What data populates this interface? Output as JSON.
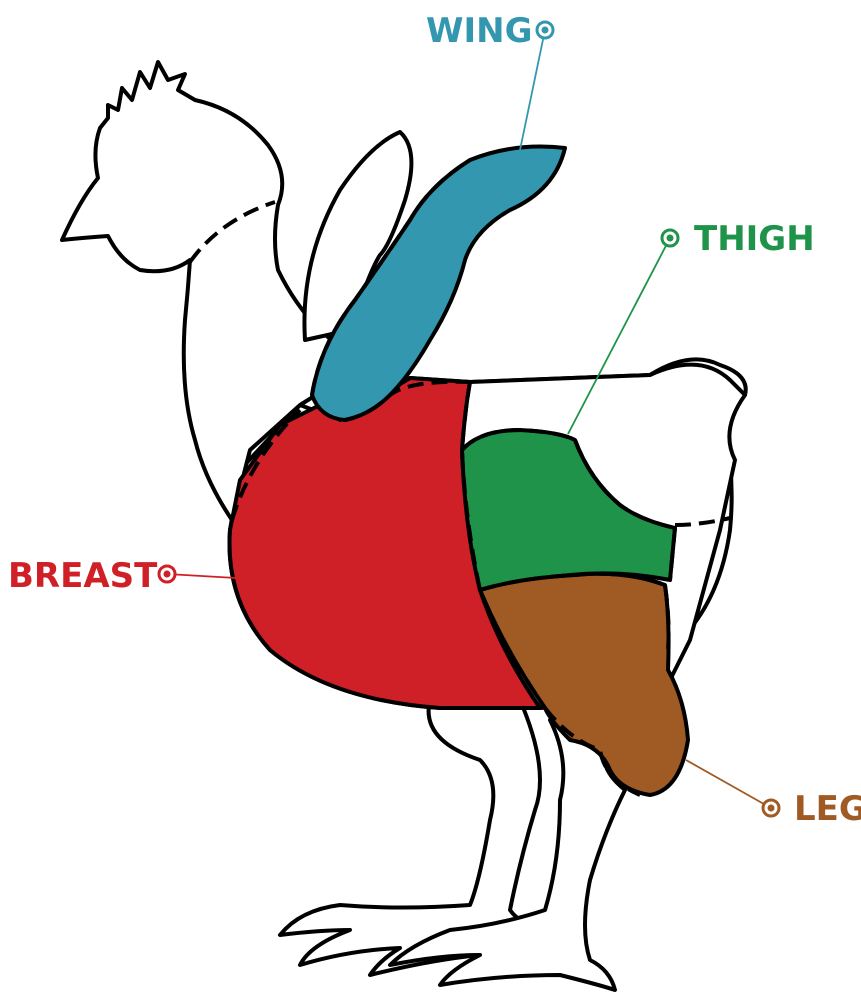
{
  "labels": {
    "wing": "WING",
    "thigh": "THIGH",
    "breast": "BREAST",
    "leg": "LEG"
  },
  "colors": {
    "wing": "#3397b0",
    "thigh": "#20934a",
    "breast": "#d02027",
    "leg": "#a05a24",
    "outline": "#000000",
    "background": "#ffffff"
  },
  "icons": {
    "marker": "target-marker-icon"
  }
}
